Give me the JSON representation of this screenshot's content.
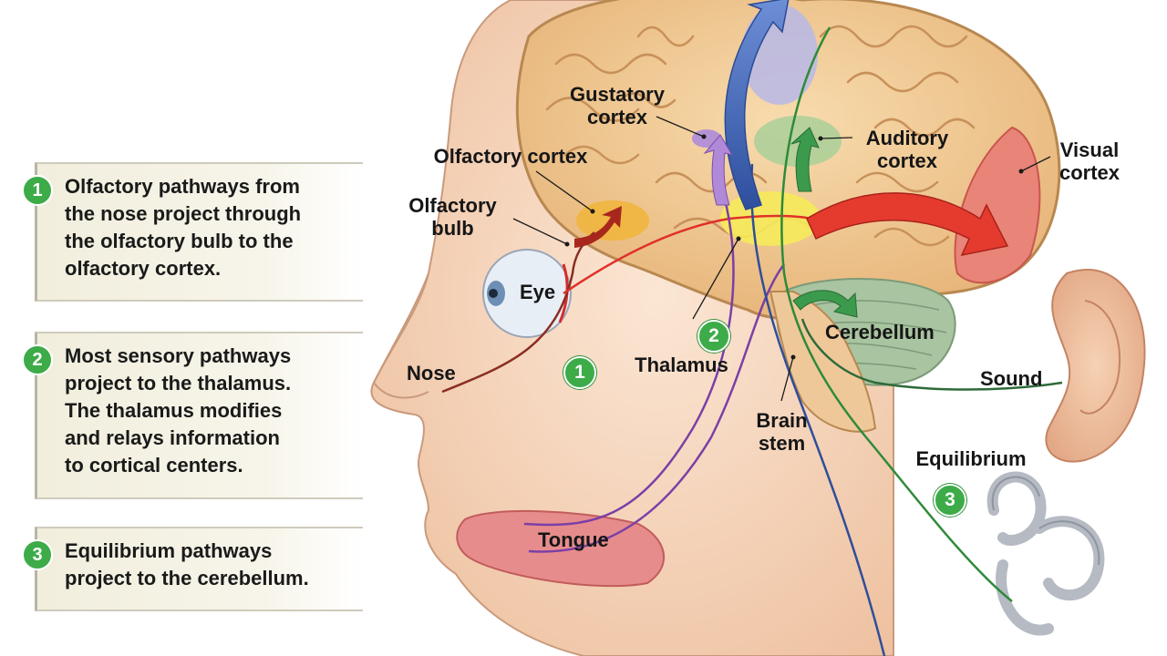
{
  "callouts": [
    {
      "number": "1",
      "text": "Olfactory pathways from\nthe nose project through\nthe olfactory bulb to the\nolfactory cortex."
    },
    {
      "number": "2",
      "text": "Most sensory pathways\nproject to the thalamus.\nThe thalamus modifies\nand relays information\nto cortical centers."
    },
    {
      "number": "3",
      "text": "Equilibrium pathways\nproject to the cerebellum."
    }
  ],
  "labels": {
    "gustatory_cortex": "Gustatory\ncortex",
    "olfactory_cortex": "Olfactory cortex",
    "olfactory_bulb": "Olfactory\nbulb",
    "auditory_cortex": "Auditory\ncortex",
    "visual_cortex": "Visual\ncortex",
    "eye": "Eye",
    "nose": "Nose",
    "thalamus": "Thalamus",
    "cerebellum": "Cerebellum",
    "sound": "Sound",
    "brain_stem": "Brain\nstem",
    "equilibrium": "Equilibrium",
    "tongue": "Tongue"
  },
  "badges": {
    "nose_pathway": "1",
    "thalamus": "2",
    "equilibrium": "3"
  },
  "colors": {
    "skin": "#f4d7bf",
    "brain": "#f2cd96",
    "badge_green": "#3cab48",
    "visual_red": "#e5383b",
    "olfactory_orange": "#f1b53a",
    "gustatory_purple": "#9a6fc0",
    "auditory_green": "#5fb56c",
    "somatosensory_blue": "#4f6fb8",
    "cerebellum": "#9fbf9a"
  }
}
